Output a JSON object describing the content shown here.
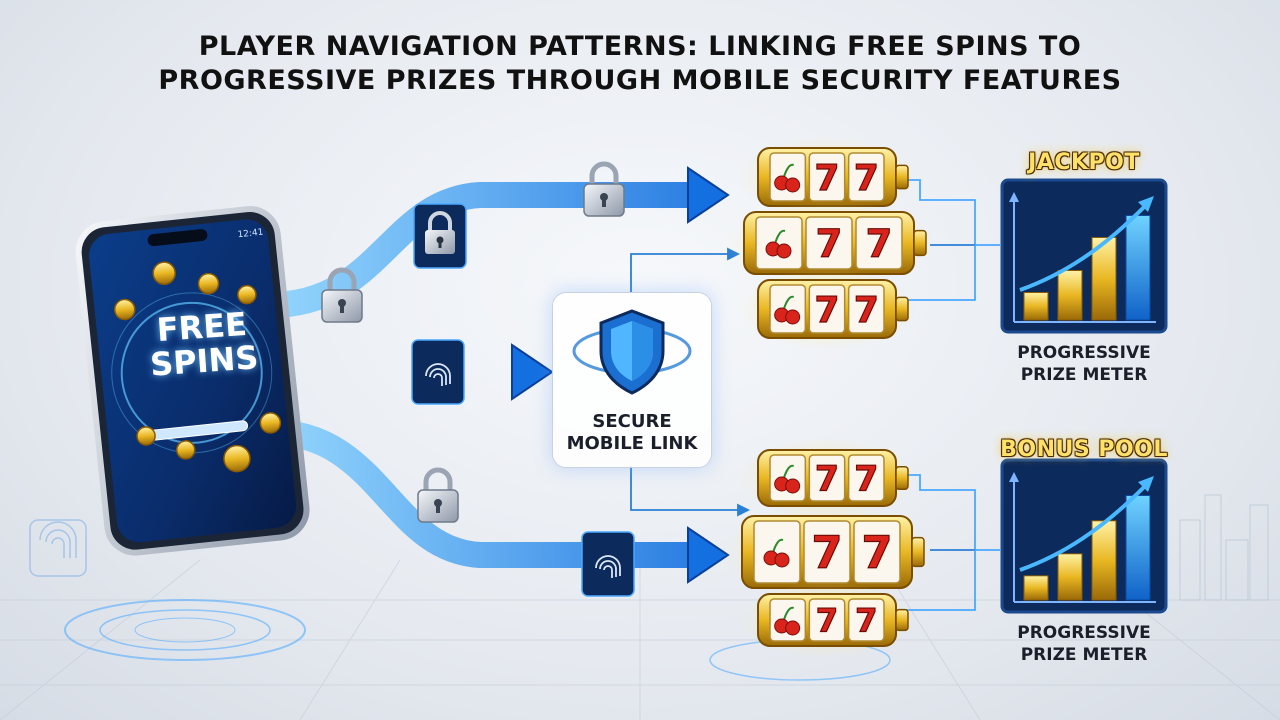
{
  "title": {
    "line1": "Player Navigation Patterns: Linking Free Spins to",
    "line2": "Progressive Prizes Through Mobile Security Features"
  },
  "phone": {
    "screen_line1": "FREE",
    "screen_line2": "SPINS",
    "status_time": "12:41"
  },
  "secure_link": {
    "line1": "SECURE",
    "line2": "MOBILE LINK",
    "icon": "shield-icon"
  },
  "meters": [
    {
      "title": "JACKPOT",
      "label_line1": "PROGRESSIVE",
      "label_line2": "PRIZE METER",
      "bars": [
        0.25,
        0.45,
        0.75,
        0.95
      ]
    },
    {
      "title": "BONUS POOL",
      "label_line1": "PROGRESSIVE",
      "label_line2": "PRIZE METER",
      "bars": [
        0.22,
        0.42,
        0.72,
        0.95
      ]
    }
  ],
  "reels": {
    "symbols": [
      "cherry",
      "7",
      "7"
    ]
  },
  "icons": [
    "lock-icon",
    "fingerprint-icon",
    "arrow-right-icon",
    "slot-machine-icon",
    "bar-chart-icon"
  ],
  "colors": {
    "flow_blue": "#1f8fff",
    "gold": "#e9b722",
    "navy": "#0d2a5c",
    "red": "#d9241c"
  }
}
